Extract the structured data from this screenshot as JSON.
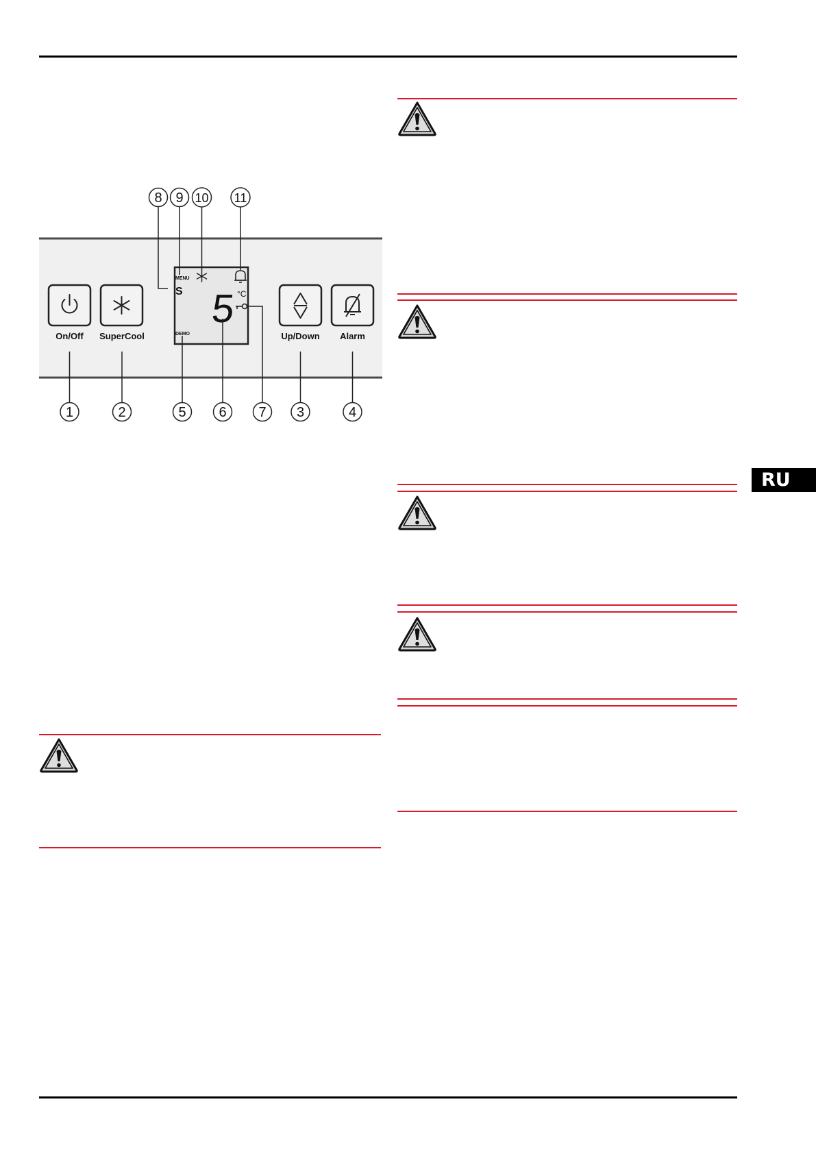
{
  "page": {
    "language_tab": "RU"
  },
  "control_panel": {
    "buttons": [
      {
        "label": "On/Off",
        "icon": "power-icon",
        "callout": "1"
      },
      {
        "label": "SuperCool",
        "icon": "snowflake-icon",
        "callout": "2"
      },
      {
        "label": "Up/Down",
        "icon": "up-down-arrows-icon",
        "callout": "3"
      },
      {
        "label": "Alarm",
        "icon": "bell-muted-icon",
        "callout": "4"
      }
    ],
    "display": {
      "menu_label": "MENU",
      "s_indicator": "S",
      "demo_label": "DEMO",
      "temperature_digit": "5",
      "unit": "°C",
      "icons": [
        "snowflake-icon",
        "bell-icon",
        "key-icon"
      ]
    },
    "callouts_bottom": [
      "1",
      "2",
      "5",
      "6",
      "7",
      "3",
      "4"
    ],
    "callouts_top": [
      "8",
      "9",
      "10",
      "11"
    ]
  },
  "colors": {
    "rule_black": "#000000",
    "warning_red": "#d9182a",
    "panel_gray": "#f0f0f0",
    "panel_border": "#4a4a4a"
  }
}
